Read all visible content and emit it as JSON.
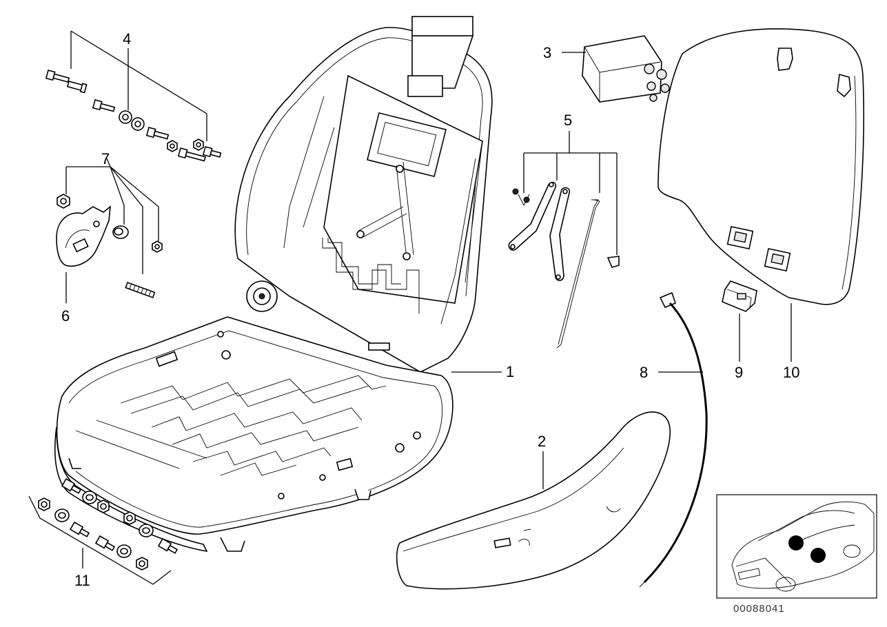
{
  "callouts": {
    "c1": "1",
    "c2": "2",
    "c3": "3",
    "c4": "4",
    "c5": "5",
    "c6": "6",
    "c7": "7",
    "c8": "8",
    "c9": "9",
    "c10": "10",
    "c11": "11"
  },
  "doc_number": "00088041"
}
